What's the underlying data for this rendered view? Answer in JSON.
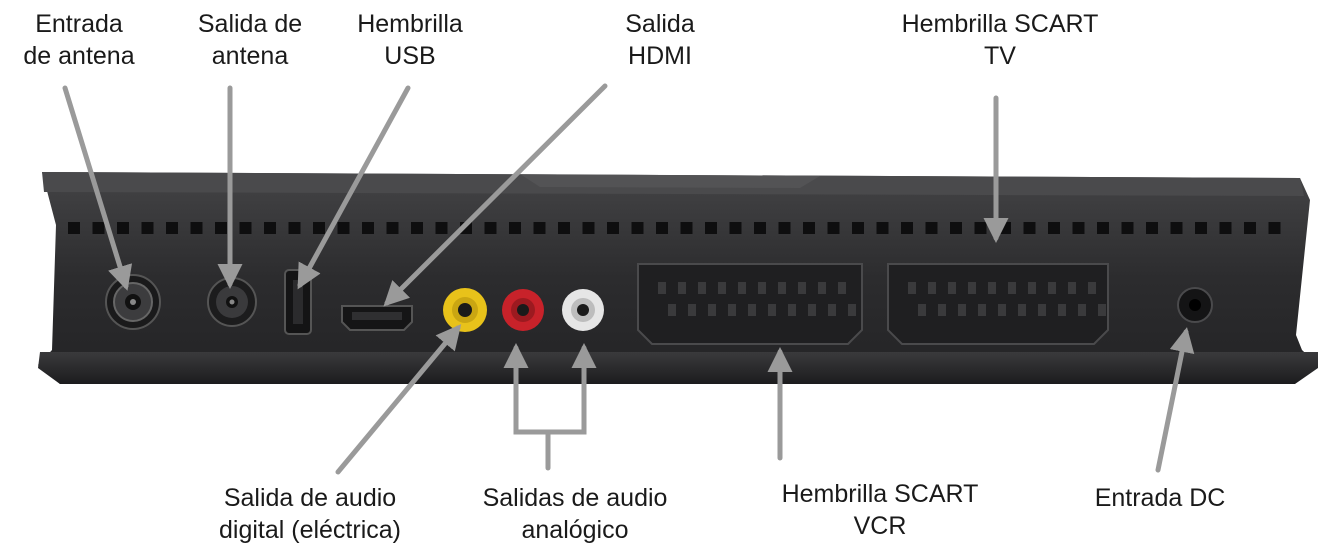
{
  "labels": {
    "antenna_in": [
      "Entrada",
      "de antena"
    ],
    "antenna_out": [
      "Salida de",
      "antena"
    ],
    "usb": [
      "Hembrilla",
      "USB"
    ],
    "hdmi": [
      "Salida",
      "HDMI"
    ],
    "scart_tv": [
      "Hembrilla SCART",
      "TV"
    ],
    "digital_audio": [
      "Salida de audio",
      "digital (eléctrica)"
    ],
    "analog_audio": [
      "Salidas de audio",
      "analógico"
    ],
    "scart_vcr": [
      "Hembrilla SCART",
      "VCR"
    ],
    "dc_in": [
      "Entrada DC"
    ]
  },
  "colors": {
    "body": "#2f2f31",
    "rca_yellow": "#e8c21a",
    "rca_red": "#c8222a",
    "rca_white": "#e6e6e6",
    "arrow": "#9a9a9a"
  }
}
